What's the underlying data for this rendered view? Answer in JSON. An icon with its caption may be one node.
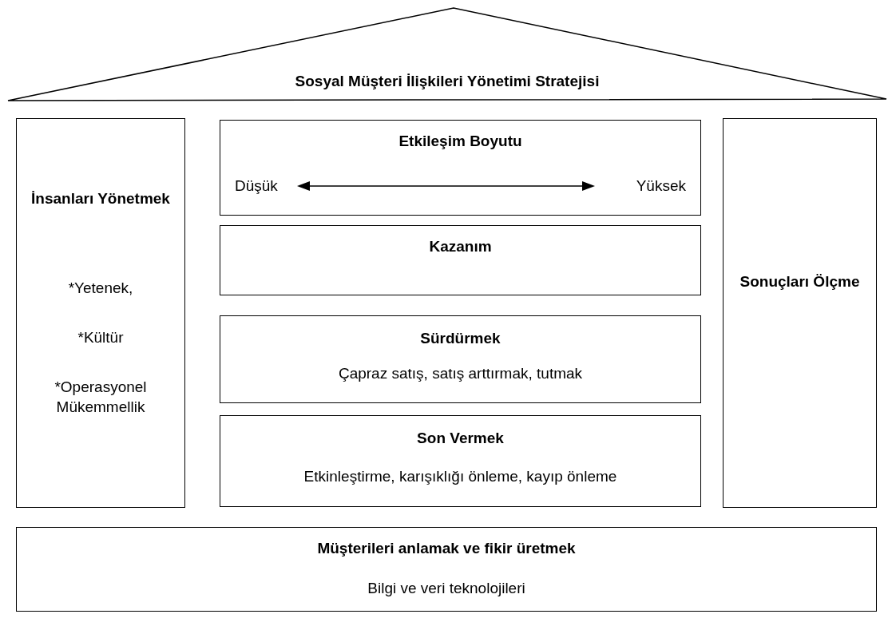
{
  "diagram": {
    "nodes": [
      {
        "text": [
          "Sosyal Müşteri İlişkileri Yönetimi Stratejisi"
        ]
      },
      {
        "text": [
          "İnsanları Yönetmek",
          "*Yetenek,",
          "*Kültür",
          "*Operasyonel Mükemmellik"
        ]
      },
      {
        "text": [
          "Etkileşim Boyutu",
          "Düşük",
          "Yüksek"
        ]
      },
      {
        "text": [
          "Kazanım"
        ]
      },
      {
        "text": [
          "Sürdürmek",
          "Çapraz satış, satış arttırmak, tutmak"
        ]
      },
      {
        "text": [
          "Son Vermek",
          "Etkinleştirme, karışıklığı önleme, kayıp önleme"
        ]
      },
      {
        "text": [
          "Sonuçları Ölçme"
        ]
      },
      {
        "text": [
          "Müşterileri anlamak ve fikir üretmek",
          "Bilgi ve veri teknolojileri"
        ]
      }
    ]
  }
}
